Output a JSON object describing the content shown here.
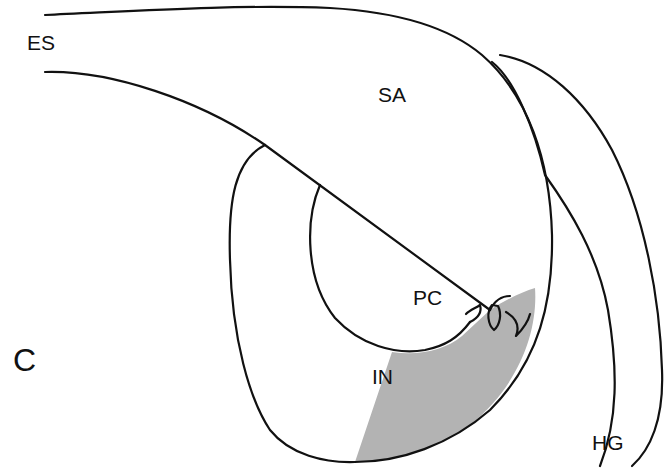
{
  "diagram": {
    "labels": [
      "ES",
      "SA",
      "PC",
      "IN",
      "HG",
      "C"
    ]
  }
}
